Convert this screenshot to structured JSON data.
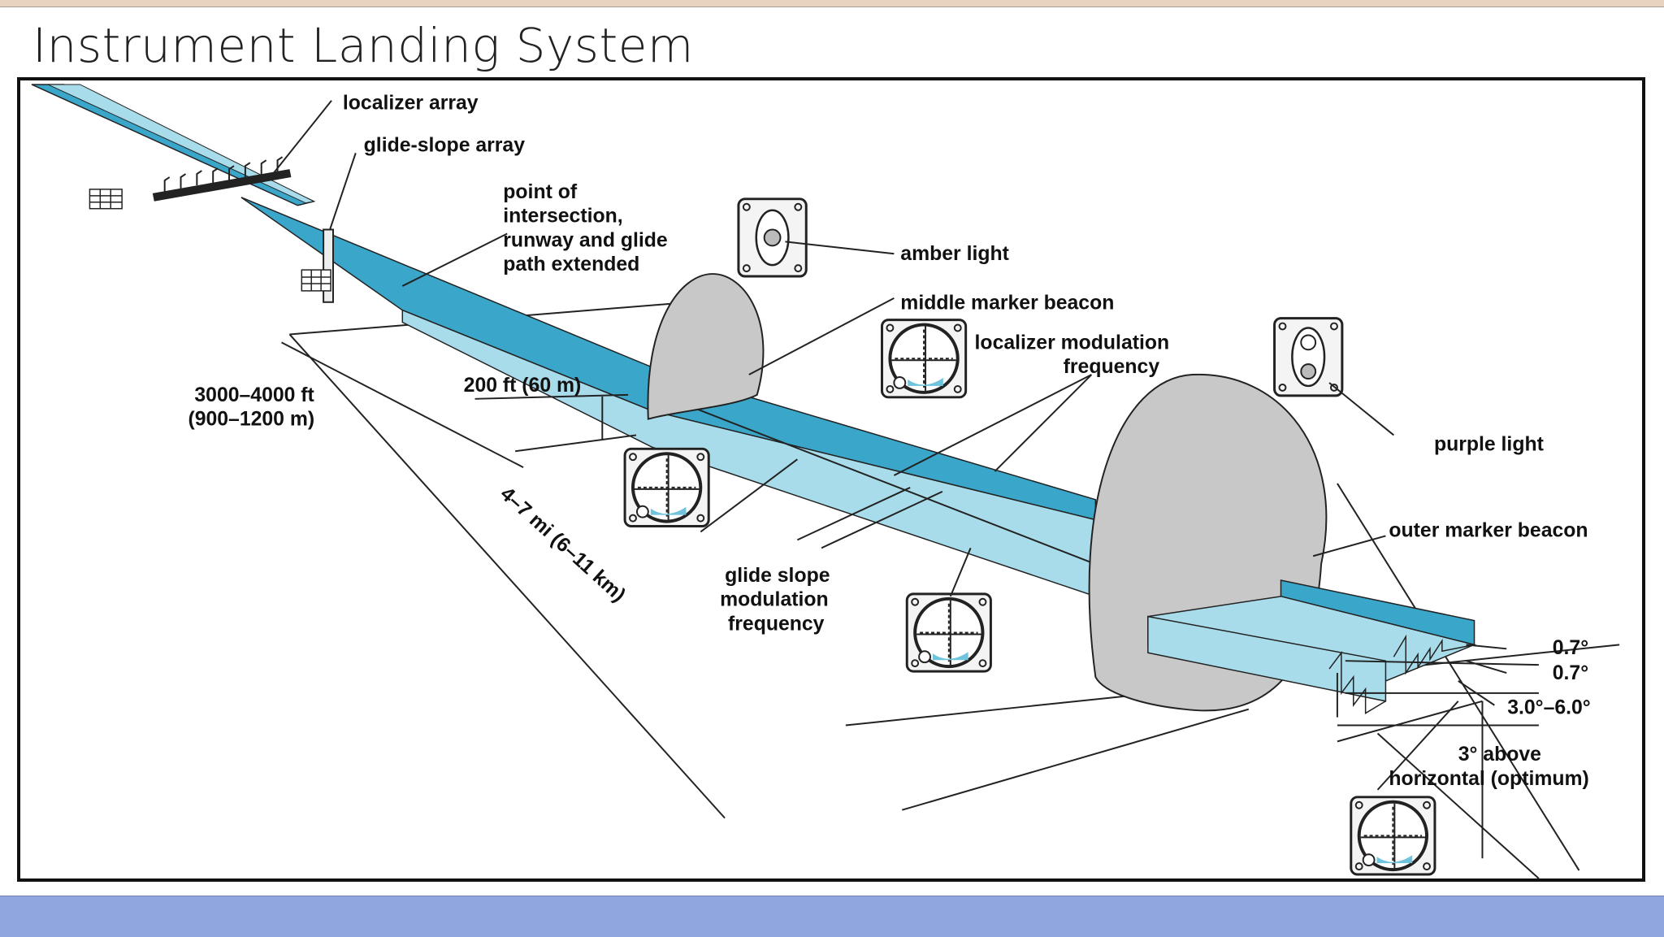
{
  "slide": {
    "title": "Instrument Landing System"
  },
  "colors": {
    "beam_dark": "#3aa6c9",
    "beam_light": "#a9dcea",
    "beacon_gray": "#c8c8c8",
    "bottom_band": "#8fa6df",
    "top_strip": "#e7d3c0"
  },
  "labels": {
    "localizer_array": "localizer array",
    "glide_slope_array": "glide-slope array",
    "intersection_1": "point of",
    "intersection_2": "intersection,",
    "intersection_3": "runway and glide",
    "intersection_4": "path extended",
    "amber_light": "amber light",
    "middle_marker": "middle marker beacon",
    "loc_mod_1": "localizer modulation",
    "loc_mod_2": "frequency",
    "purple_light": "purple light",
    "outer_marker": "outer marker beacon",
    "dist_ft_1": "3000–4000 ft",
    "dist_ft_2": "(900–1200 m)",
    "height_200": "200 ft (60 m)",
    "dist_mi": "4–7 mi (6–11 km)",
    "gs_mod_1": "glide slope",
    "gs_mod_2": "modulation",
    "gs_mod_3": "frequency",
    "angle_07a": "0.7°",
    "angle_07b": "0.7°",
    "angle_range": "3.0°–6.0°",
    "above_1": "3° above",
    "above_2": "horizontal (optimum)"
  },
  "icons": [
    "building-icon",
    "antenna-array-icon",
    "ils-indicator-icon",
    "marker-light-icon"
  ]
}
